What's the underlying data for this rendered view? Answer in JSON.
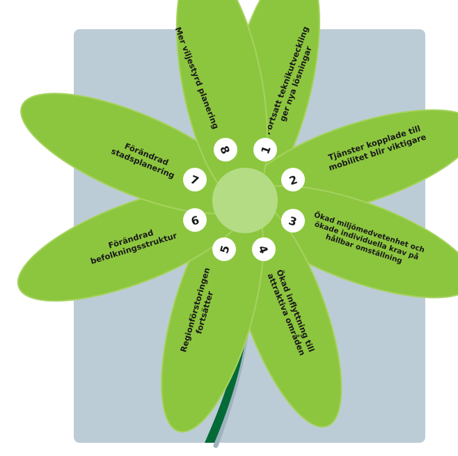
{
  "colors": {
    "background": "#ffffff",
    "panel": "#bcccd6",
    "petal": "#8cc63f",
    "petal_edge": "#a6d25f",
    "center": "#b4dc84",
    "stem": "#046a38",
    "stem_shadow": "#9fb3bf",
    "badge": "#ffffff"
  },
  "petals": [
    {
      "number": "1",
      "lines": [
        "Fortsatt teknikutveckling",
        "ger nya lösningar"
      ]
    },
    {
      "number": "2",
      "lines": [
        "Tjänster kopplade till",
        "mobilitet blir viktigare"
      ]
    },
    {
      "number": "3",
      "lines": [
        "Ökad miljömedvetenhet och",
        "ökade individuella krav på",
        "hållbar omställning"
      ]
    },
    {
      "number": "4",
      "lines": [
        "Ökad inflyttning till",
        "attraktiva områden"
      ]
    },
    {
      "number": "5",
      "lines": [
        "Regionförstoringen",
        "fortsätter"
      ]
    },
    {
      "number": "6",
      "lines": [
        "Förändrad",
        "befolkningsstruktur"
      ]
    },
    {
      "number": "7",
      "lines": [
        "Förändrad",
        "stadsplanering"
      ]
    },
    {
      "number": "8",
      "lines": [
        "Mer viljestyrd planering"
      ]
    }
  ]
}
